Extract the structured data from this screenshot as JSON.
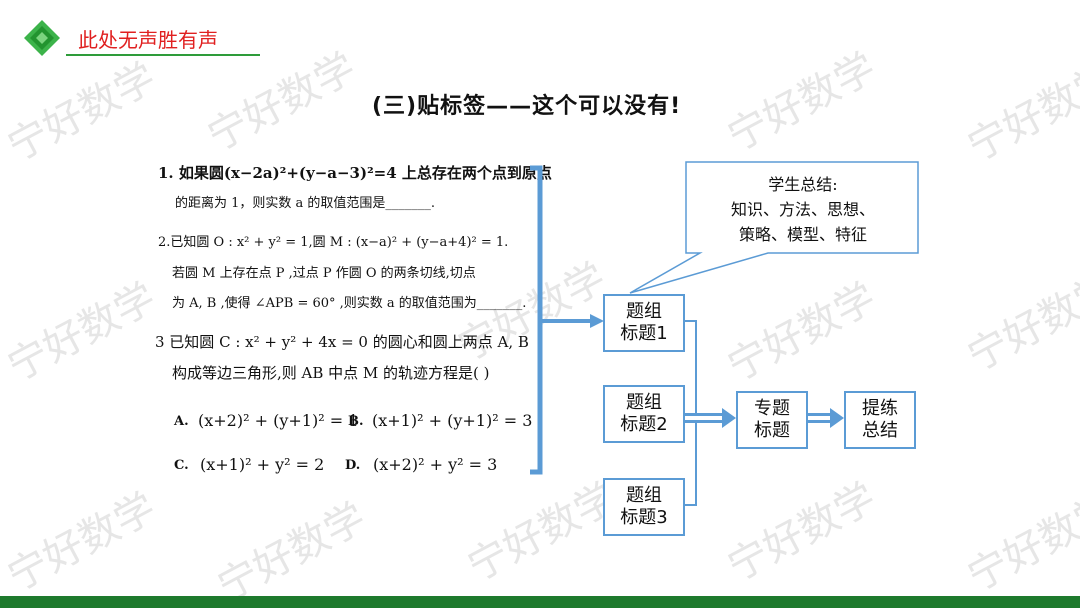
{
  "header": {
    "title": "此处无声胜有声"
  },
  "slide": {
    "title": "(三)贴标签——这个可以没有!"
  },
  "watermark": {
    "text": "宁好数学"
  },
  "problems": {
    "p1": {
      "line1": "1. 如果圆(x−2a)²+(y−a−3)²=4 上总存在两个点到原点",
      "line2": "的距离为 1，则实数 a 的取值范围是_______."
    },
    "p2": {
      "line1": "2.已知圆 O : x² + y² = 1,圆 M : (x−a)² + (y−a+4)² = 1.",
      "line2": "若圆 M 上存在点 P ,过点 P 作圆 O 的两条切线,切点",
      "line3": "为 A, B ,使得 ∠APB = 60° ,则实数 a 的取值范围为_______."
    },
    "p3": {
      "line1": "3 已知圆 C : x² + y² + 4x = 0 的圆心和圆上两点 A, B",
      "line2": "构成等边三角形,则 AB 中点 M 的轨迹方程是(   )",
      "opt_a_label": "A.",
      "opt_a": "(x+2)² + (y+1)² = 1",
      "opt_b_label": "B.",
      "opt_b": "(x+1)² + (y+1)² = 3",
      "opt_c_label": "C.",
      "opt_c": "(x+1)² + y² = 2",
      "opt_d_label": "D.",
      "opt_d": "(x+2)² + y² = 3"
    }
  },
  "callout": {
    "line1": "学生总结:",
    "line2": "知识、方法、思想、",
    "line3": "策略、模型、特征"
  },
  "boxes": {
    "group1": {
      "line1": "题组",
      "line2": "标题1"
    },
    "group2": {
      "line1": "题组",
      "line2": "标题2"
    },
    "group3": {
      "line1": "题组",
      "line2": "标题3"
    },
    "topic": {
      "line1": "专题",
      "line2": "标题"
    },
    "summary": {
      "line1": "提练",
      "line2": "总结"
    }
  },
  "colors": {
    "accent_red": "#e02020",
    "green": "#2e9c3a",
    "bar_green": "#1e7a2d",
    "box_blue": "#5b9bd5"
  }
}
